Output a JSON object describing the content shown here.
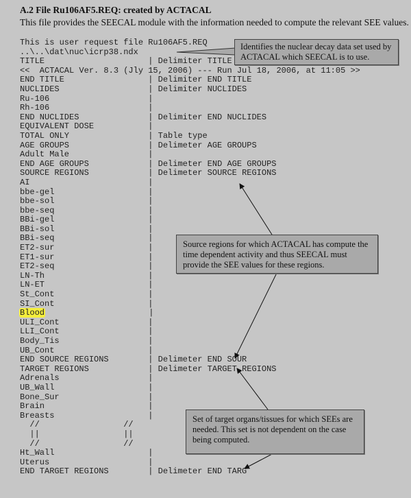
{
  "heading": "A.2  File Ru106AF5.REQ: created by ACTACAL",
  "intro": "This file provides the SEECAL module with the information needed to compute the relevant SEE values.",
  "lines": [
    {
      "l": "This is user request file Ru106AF5.REQ"
    },
    {
      "l": "..\\..\\dat\\nuc\\icrp38.ndx"
    },
    {
      "l": "TITLE",
      "r": "Delimiter TITLE"
    },
    {
      "l": "<<  ACTACAL Ver. 8.3 (Jly 15, 2006) --- Run Jul 18, 2006, at 11:05 >>"
    },
    {
      "l": "END TITLE",
      "r": "Delimiter END TITLE"
    },
    {
      "l": "NUCLIDES",
      "r": "Delimiter NUCLIDES"
    },
    {
      "l": "Ru-106",
      "r": ""
    },
    {
      "l": "Rh-106",
      "r": ""
    },
    {
      "l": "END NUCLIDES",
      "r": "Delimiter END NUCLIDES"
    },
    {
      "l": "EQUIVALENT DOSE",
      "r": ""
    },
    {
      "l": "TOTAL ONLY",
      "r": "Table type"
    },
    {
      "l": "AGE GROUPS",
      "r": "Delimeter AGE GROUPS"
    },
    {
      "l": "Adult Male",
      "r": ""
    },
    {
      "l": "END AGE GROUPS",
      "r": "Delimeter END AGE GROUPS"
    },
    {
      "l": "SOURCE REGIONS",
      "r": "Delimeter SOURCE REGIONS"
    },
    {
      "l": "AI",
      "r": ""
    },
    {
      "l": "bbe-gel",
      "r": ""
    },
    {
      "l": "bbe-sol",
      "r": ""
    },
    {
      "l": "bbe-seq",
      "r": ""
    },
    {
      "l": "BBi-gel",
      "r": ""
    },
    {
      "l": "BBi-sol",
      "r": ""
    },
    {
      "l": "BBi-seq",
      "r": ""
    },
    {
      "l": "ET2-sur",
      "r": ""
    },
    {
      "l": "ET1-sur",
      "r": ""
    },
    {
      "l": "ET2-seq",
      "r": ""
    },
    {
      "l": "LN-Th",
      "r": ""
    },
    {
      "l": "LN-ET",
      "r": ""
    },
    {
      "l": "St_Cont",
      "r": ""
    },
    {
      "l": "SI_Cont",
      "r": ""
    },
    {
      "l": "Blood",
      "r": "",
      "highlight": true
    },
    {
      "l": "ULI_Cont",
      "r": ""
    },
    {
      "l": "LLI_Cont",
      "r": ""
    },
    {
      "l": "Body_Tis",
      "r": ""
    },
    {
      "l": "UB_Cont",
      "r": ""
    },
    {
      "l": "END SOURCE REGIONS",
      "r": "Delimeter END SOUR"
    },
    {
      "l": "TARGET REGIONS",
      "r": "Delimeter TARGET REGIONS"
    },
    {
      "l": "Adrenals",
      "r": ""
    },
    {
      "l": "UB_Wall",
      "r": ""
    },
    {
      "l": "Bone_Sur",
      "r": ""
    },
    {
      "l": "Brain",
      "r": ""
    },
    {
      "l": "Breasts",
      "r": ""
    },
    {
      "l": "  //                 //"
    },
    {
      "l": "  ||                 ||"
    },
    {
      "l": "  //                 //"
    },
    {
      "l": "Ht_Wall",
      "r": ""
    },
    {
      "l": "Uterus",
      "r": ""
    },
    {
      "l": "END TARGET REGIONS",
      "r": "Delimeter END TARG"
    }
  ],
  "callouts": {
    "nuclear": "Identifies the nuclear decay data set used by ACTACAL which SEECAL is to use.",
    "source": "Source regions for which ACTACAL has compute the time dependent activity and thus SEECAL must provide the SEE values for these regions.",
    "target": "Set of target organs/tissues for which SEEs are needed.  This set is not dependent on the case being computed."
  }
}
